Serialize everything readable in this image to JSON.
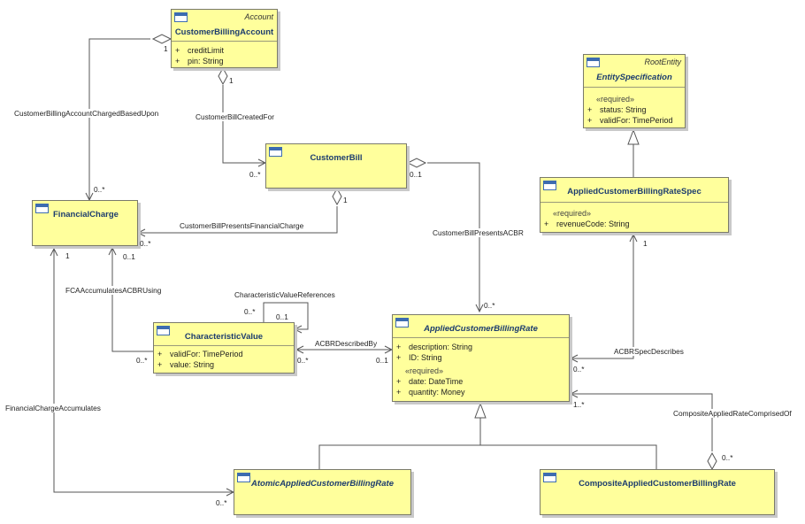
{
  "classes": {
    "customer_billing_account": {
      "stereotype": "Account",
      "name": "CustomerBillingAccount",
      "attributes": [
        {
          "vis": "+",
          "text": "creditLimit"
        },
        {
          "vis": "+",
          "text": "pin: String"
        }
      ]
    },
    "entity_specification": {
      "stereotype": "RootEntity",
      "name": "EntitySpecification",
      "required_label": "«required»",
      "attributes": [
        {
          "vis": "+",
          "text": "status: String"
        },
        {
          "vis": "+",
          "text": "validFor: TimePeriod"
        }
      ]
    },
    "customer_bill": {
      "name": "CustomerBill"
    },
    "financial_charge": {
      "name": "FinancialCharge"
    },
    "applied_customer_billing_rate_spec": {
      "name": "AppliedCustomerBillingRateSpec",
      "required_label": "«required»",
      "attributes": [
        {
          "vis": "+",
          "text": "revenueCode: String"
        }
      ]
    },
    "characteristic_value": {
      "name": "CharacteristicValue",
      "attributes": [
        {
          "vis": "+",
          "text": "validFor: TimePeriod"
        },
        {
          "vis": "+",
          "text": "value: String"
        }
      ]
    },
    "applied_customer_billing_rate": {
      "name": "AppliedCustomerBillingRate",
      "attributes": [
        {
          "vis": "+",
          "text": "description: String"
        },
        {
          "vis": "+",
          "text": "ID: String"
        }
      ],
      "required_label": "«required»",
      "required_attributes": [
        {
          "vis": "+",
          "text": "date: DateTime"
        },
        {
          "vis": "+",
          "text": "quantity: Money"
        }
      ]
    },
    "atomic_applied_customer_billing_rate": {
      "name": "AtomicAppliedCustomerBillingRate"
    },
    "composite_applied_customer_billing_rate": {
      "name": "CompositeAppliedCustomerBillingRate"
    }
  },
  "associations": {
    "cba_charged_based_upon": "CustomerBillingAccountChargedBasedUpon",
    "customer_bill_created_for": "CustomerBillCreatedFor",
    "customer_bill_presents_financial_charge": "CustomerBillPresentsFinancialCharge",
    "customer_bill_presents_acbr": "CustomerBillPresentsACBR",
    "fca_accumulates_acbr_using": "FCAAccumulatesACBRUsing",
    "characteristic_value_references": "CharacteristicValueReferences",
    "acbr_described_by": "ACBRDescribedBy",
    "acbr_spec_describes": "ACBRSpecDescribes",
    "financial_charge_accumulates": "FinancialChargeAccumulates",
    "composite_applied_rate_comprised_of": "CompositeAppliedRateComprisedOf"
  },
  "multiplicities": {
    "cba_one_top": "1",
    "cba_one_bottom": "1",
    "fc_many_top": "0..*",
    "cb_many_left": "0..*",
    "cb_one_right": "0..1",
    "cb_one_bottom": "1",
    "fc_many_right": "0..*",
    "fc_one_left": "1",
    "fc_zero_one": "0..1",
    "cv_ref_many": "0..*",
    "cv_ref_one": "0..1",
    "cv_many_left": "0..*",
    "cv_many_right": "0..*",
    "acbr_zero_one": "0..1",
    "acbr_many_top": "0..*",
    "acbr_many_right": "0..*",
    "acbr_one_many": "1..*",
    "spec_one": "1",
    "composite_many": "0..*",
    "atomic_many": "0..*"
  }
}
